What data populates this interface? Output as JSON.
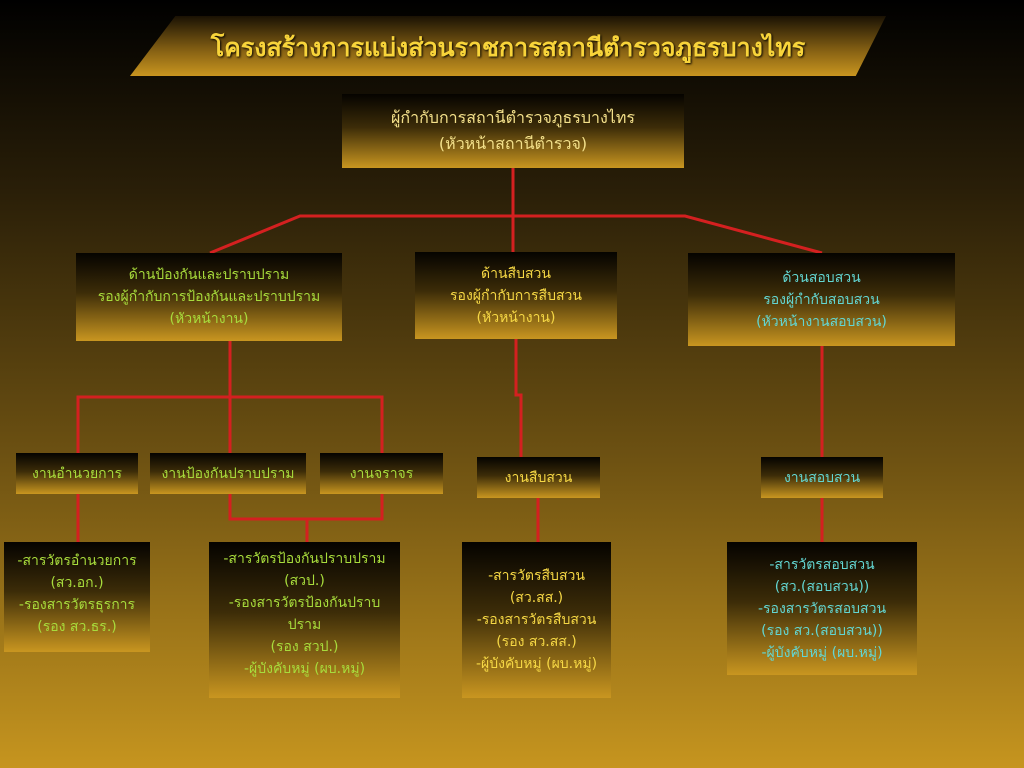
{
  "title": "โครงสร้างการแบ่งส่วนราชการสถานีตำรวจภูธรบางไทร",
  "colors": {
    "line": "#d42020",
    "green": "#a8dc3c",
    "yellow": "#f6d845",
    "cyan": "#63d6d2"
  },
  "top": {
    "line1": "ผู้กำกับการสถานีตำรวจภูธรบางไทร",
    "line2": "(หัวหน้าสถานีตำรวจ)"
  },
  "divisions": [
    {
      "line1": "ด้านป้องกันและปราบปราม",
      "line2": "รองผู้กำกับการป้องกันและปราบปราม",
      "line3": "(หัวหน้างาน)"
    },
    {
      "line1": "ด้านสืบสวน",
      "line2": "รองผู้กำกับการสืบสวน",
      "line3": "(หัวหน้างาน)"
    },
    {
      "line1": "ด้วนสอบสวน",
      "line2": "รองผู้กำกับสอบสวน",
      "line3": "(หัวหน้างานสอบสวน)"
    }
  ],
  "units": [
    "งานอำนวยการ",
    "งานป้องกันปราบปราม",
    "งานจราจร",
    "งานสืบสวน",
    "งานสอบสวน"
  ],
  "staff": [
    [
      "-สารวัตรอำนวยการ",
      "(สว.อก.)",
      "-รองสารวัตรธุรการ",
      "(รอง สว.ธร.)"
    ],
    [
      "-สารวัตรป้องกันปราบปราม",
      "(สวป.)",
      "-รองสารวัตรป้องกันปราบ",
      "ปราม",
      "(รอง สวป.)",
      "-ผู้บังคับหมู่ (ผบ.หมู่)"
    ],
    [
      "-สารวัตรสืบสวน",
      "(สว.สส.)",
      "-รองสารวัตรสืบสวน",
      "(รอง สว.สส.)",
      "-ผู้บังคับหมู่ (ผบ.หมู่)"
    ],
    [
      "-สารวัตรสอบสวน",
      "(สว.(สอบสวน))",
      "-รองสารวัตรสอบสวน",
      "(รอง สว.(สอบสวน))",
      "-ผู้บังคับหมู่ (ผบ.หมู่)"
    ]
  ]
}
